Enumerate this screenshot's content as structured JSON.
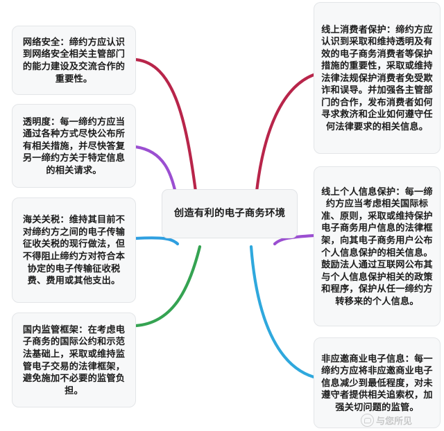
{
  "diagram": {
    "type": "mind-map",
    "title": "创造有利的电子商务环境",
    "background_color": "#ffffff",
    "node_fill": "#f7f8f9",
    "node_border": "#e3e5e8"
  },
  "center": {
    "label": "创造有利的电子商务环境"
  },
  "branches": [
    {
      "id": "cybersecurity",
      "side": "left",
      "label": "网络安全：缔约方应认识到网络安全相关主管部门的能力建设及交流合作的重要性。",
      "edge_color": "#b8254a"
    },
    {
      "id": "transparency",
      "side": "left",
      "label": "透明度：每一缔约方应当通过各种方式尽快公布所有相关措施，并尽快答复另一缔约方关于特定信息的相关请求。",
      "edge_color": "#9b4fd1"
    },
    {
      "id": "customs-duties",
      "side": "left",
      "label": "海关关税：维持其目前不对缔约方之间的电子传输征收关税的现行做法，但不得阻止缔约方对符合本协定的电子传输征收税费、费用或其他支出。",
      "edge_color": "#2f9fe0"
    },
    {
      "id": "domestic-regulatory-framework",
      "side": "left",
      "label": "国内监管框架：在考虑电子商务的国际公约和示范法基础上，采取或维持监管电子交易的法律框架，避免施加不必要的监管负担。",
      "edge_color": "#35a352"
    },
    {
      "id": "online-consumer-protection",
      "side": "right",
      "label": "线上消费者保护：缔约方应认识到采取和维持透明及有效的电子商务消费者等保护措施的重要性，采取或维持法律法规保护消费者免受欺诈和误导。并加强各主管部门的合作，发布消费者如何寻求救济和企业如何遵守任何法律要求的相关信息。",
      "edge_color": "#b8254a"
    },
    {
      "id": "online-personal-information-protection",
      "side": "right",
      "label": "线上个人信息保护：每一缔约方应当考虑相关国际标准、原则，采取或维持保护电子商务用户信息的法律框架，向其电子商务用户公布个人信息保护的相关信息。鼓励法人通过互联网公布其与个人信息保护相关的政策和程序，保护从任一缔约方转移来的个人信息。",
      "edge_color": "#9b4fd1"
    },
    {
      "id": "unsolicited-commercial-electronic-messages",
      "side": "right",
      "label": "非应邀商业电子信息：每一缔约方应将非应邀商业电子信息减少到最低程度，对未遵守者提供相关追索权，加强关切问题的监管。",
      "edge_color": "#2fa8dd"
    }
  ],
  "watermark": {
    "text": "与您所见",
    "logo": "circle-chat-logo"
  }
}
